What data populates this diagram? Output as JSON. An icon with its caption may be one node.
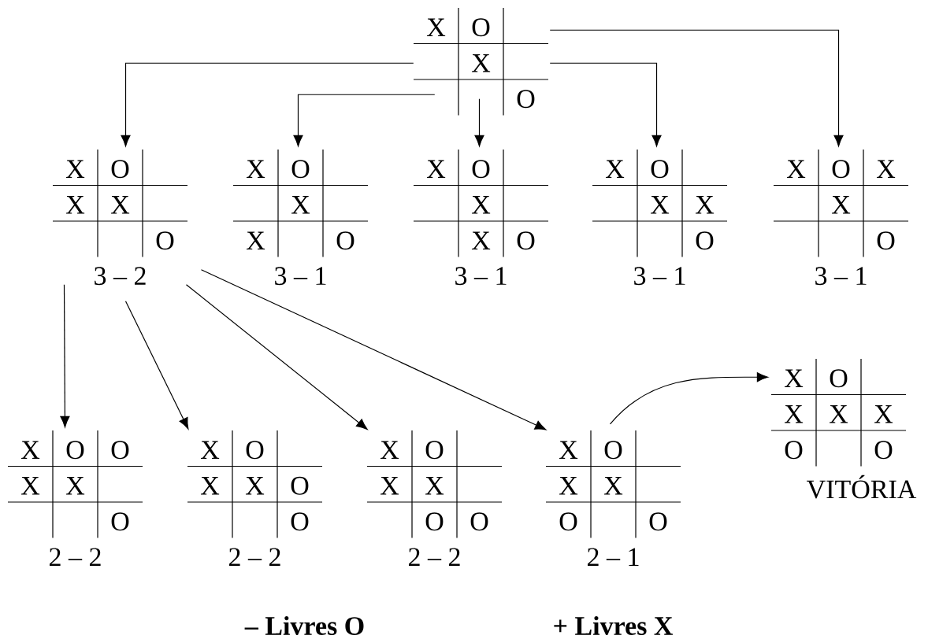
{
  "diagram": {
    "nodes": [
      {
        "text": [
          "X",
          "O",
          "X",
          "O"
        ]
      },
      {
        "text": [
          "X",
          "O",
          "X",
          "X",
          "O"
        ],
        "beside": [
          "3 – 2"
        ]
      },
      {
        "text": [
          "X",
          "O",
          "X",
          "X",
          "O"
        ],
        "beside": [
          "3 – 1"
        ]
      },
      {
        "text": [
          "X",
          "O",
          "X",
          "X",
          "O"
        ],
        "beside": [
          "3 – 1"
        ]
      },
      {
        "text": [
          "X",
          "O",
          "X",
          "X",
          "O"
        ],
        "beside": [
          "3 – 1"
        ]
      },
      {
        "text": [
          "X",
          "O",
          "X",
          "X",
          "O"
        ],
        "beside": [
          "3 – 1"
        ]
      },
      {
        "text": [
          "X",
          "O",
          "O",
          "X",
          "X",
          "O"
        ],
        "beside": [
          "2 – 2"
        ]
      },
      {
        "text": [
          "X",
          "O",
          "X",
          "X",
          "O",
          "O"
        ],
        "beside": [
          "2 – 2"
        ]
      },
      {
        "text": [
          "X",
          "O",
          "X",
          "X",
          "O",
          "O"
        ],
        "beside": [
          "2 – 2"
        ]
      },
      {
        "text": [
          "X",
          "O",
          "X",
          "X",
          "O",
          "O"
        ],
        "beside": [
          "2 – 1"
        ]
      },
      {
        "text": [
          "X",
          "O",
          "X",
          "X",
          "X",
          "O",
          "O"
        ],
        "beside": [
          "VITÓRIA"
        ]
      }
    ],
    "edges": [
      {
        "from": 0,
        "to": 1,
        "arrow": "to"
      },
      {
        "from": 0,
        "to": 2,
        "arrow": "to"
      },
      {
        "from": 0,
        "to": 3,
        "arrow": "to"
      },
      {
        "from": 0,
        "to": 4,
        "arrow": "to"
      },
      {
        "from": 0,
        "to": 5,
        "arrow": "to"
      },
      {
        "from": 1,
        "to": 6,
        "arrow": "to"
      },
      {
        "from": 1,
        "to": 7,
        "arrow": "to"
      },
      {
        "from": 1,
        "to": 8,
        "arrow": "to"
      },
      {
        "from": 1,
        "to": 9,
        "arrow": "to"
      },
      {
        "from": 9,
        "to": 10,
        "arrow": "to"
      }
    ],
    "labels": [
      "– Livres O",
      "+ Livres X"
    ]
  }
}
